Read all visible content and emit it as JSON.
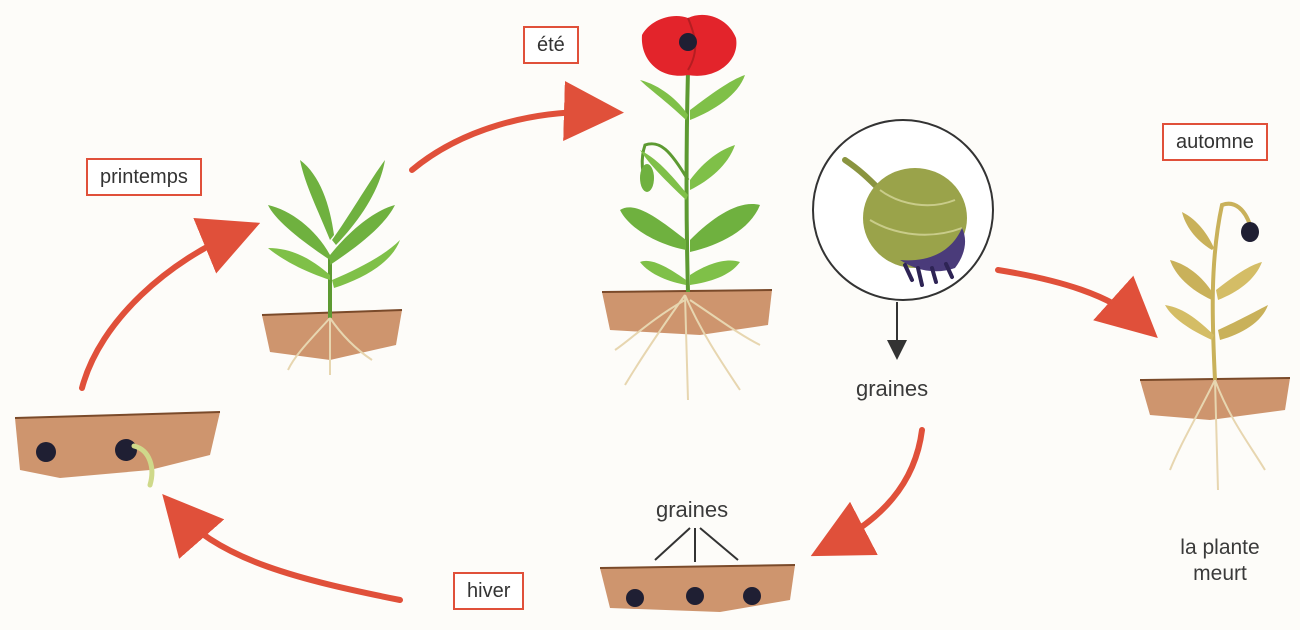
{
  "labels": {
    "printemps": "printemps",
    "ete": "été",
    "automne": "automne",
    "hiver": "hiver",
    "graines_top": "graines",
    "graines_bottom": "graines",
    "plant_dies_line1": "la plante",
    "plant_dies_line2": "meurt"
  },
  "colors": {
    "arrow": "#e0503a",
    "box_border": "#e0503a",
    "soil": "#c98a5e",
    "leaf": "#6fb13f",
    "poppy_red": "#e3242b",
    "seed": "#1f1f33",
    "dry_plant": "#c9b15a"
  }
}
